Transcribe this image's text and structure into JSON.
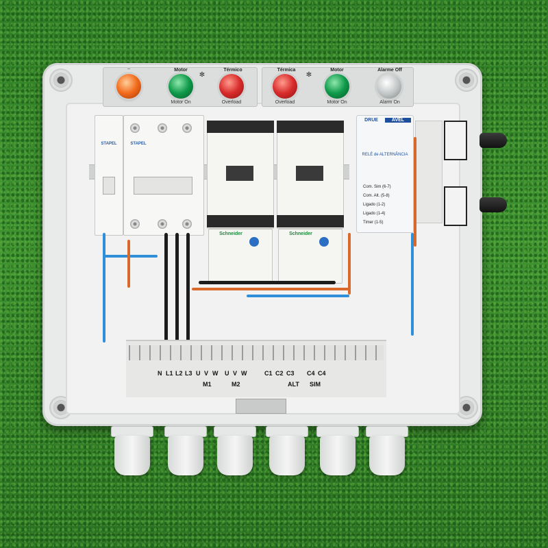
{
  "panel": {
    "plate_left": {
      "motor_label": "Motor",
      "motor_sub": "Motor On",
      "termico_label": "Térmico",
      "termico_sub": "Overload"
    },
    "plate_right": {
      "termico_label": "Térmica",
      "termico_sub": "Overload",
      "motor_label": "Motor",
      "motor_sub": "Motor On",
      "alarm_label": "Alarme Off",
      "alarm_sub": "Alarm On"
    },
    "breakers": [
      "STAPEL",
      "STAPEL"
    ],
    "contactor_brand": "Schneider",
    "relay": {
      "brand_left": "DRUE",
      "brand_right": "AVEL",
      "model": "RELÉ de ALTERNÂNCIA",
      "rows": [
        "Com. Sim (6-7)",
        "Com. Alt. (5-8)",
        "Ligado (1-2)",
        "Ligado (1-4)",
        "Timer (1-5)"
      ]
    },
    "terminal_labels": [
      "N",
      "L1",
      "L2",
      "L3",
      "U",
      "V",
      "W",
      "U",
      "V",
      "W",
      "C1",
      "C2",
      "C3",
      "C4",
      "C4"
    ],
    "group_labels": [
      "M1",
      "M2",
      "ALT",
      "SIM"
    ]
  },
  "colors": {
    "grass": "#3e9330",
    "enclosure": "#e9ebea",
    "lamp_red": "#d82b2b",
    "lamp_green": "#0f9a4a",
    "lamp_orange": "#f26a1b",
    "wire_blue": "#2f8fd8",
    "wire_orange": "#d9692a",
    "wire_black": "#1c1c1c"
  }
}
